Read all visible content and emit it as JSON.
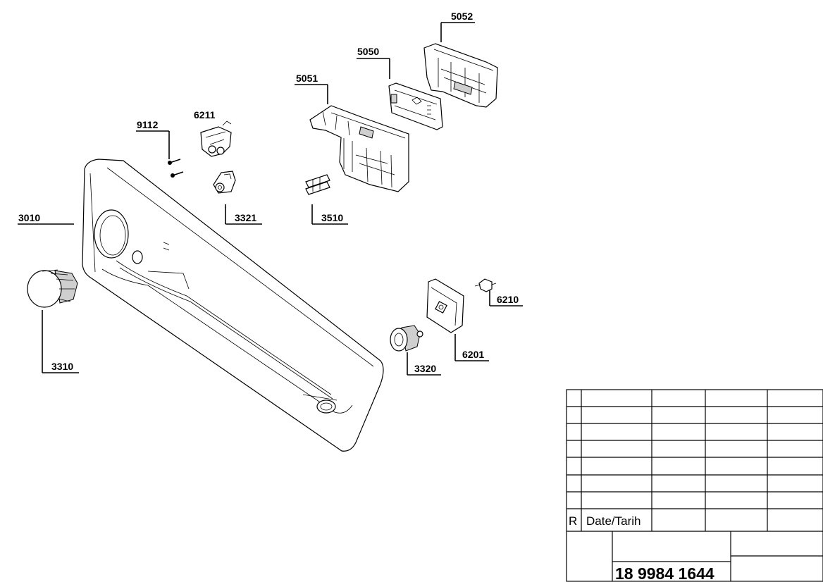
{
  "parts": {
    "p5052": "5052",
    "p5050": "5050",
    "p5051": "5051",
    "p6211": "6211",
    "p9112": "9112",
    "p3010": "3010",
    "p3321": "3321",
    "p3510": "3510",
    "p3310": "3310",
    "p6210": "6210",
    "p6201": "6201",
    "p3320": "3320"
  },
  "title_block": {
    "rev_marker": "R",
    "date_label": "Date/Tarih",
    "drawing_number": "18 9984 1644"
  }
}
